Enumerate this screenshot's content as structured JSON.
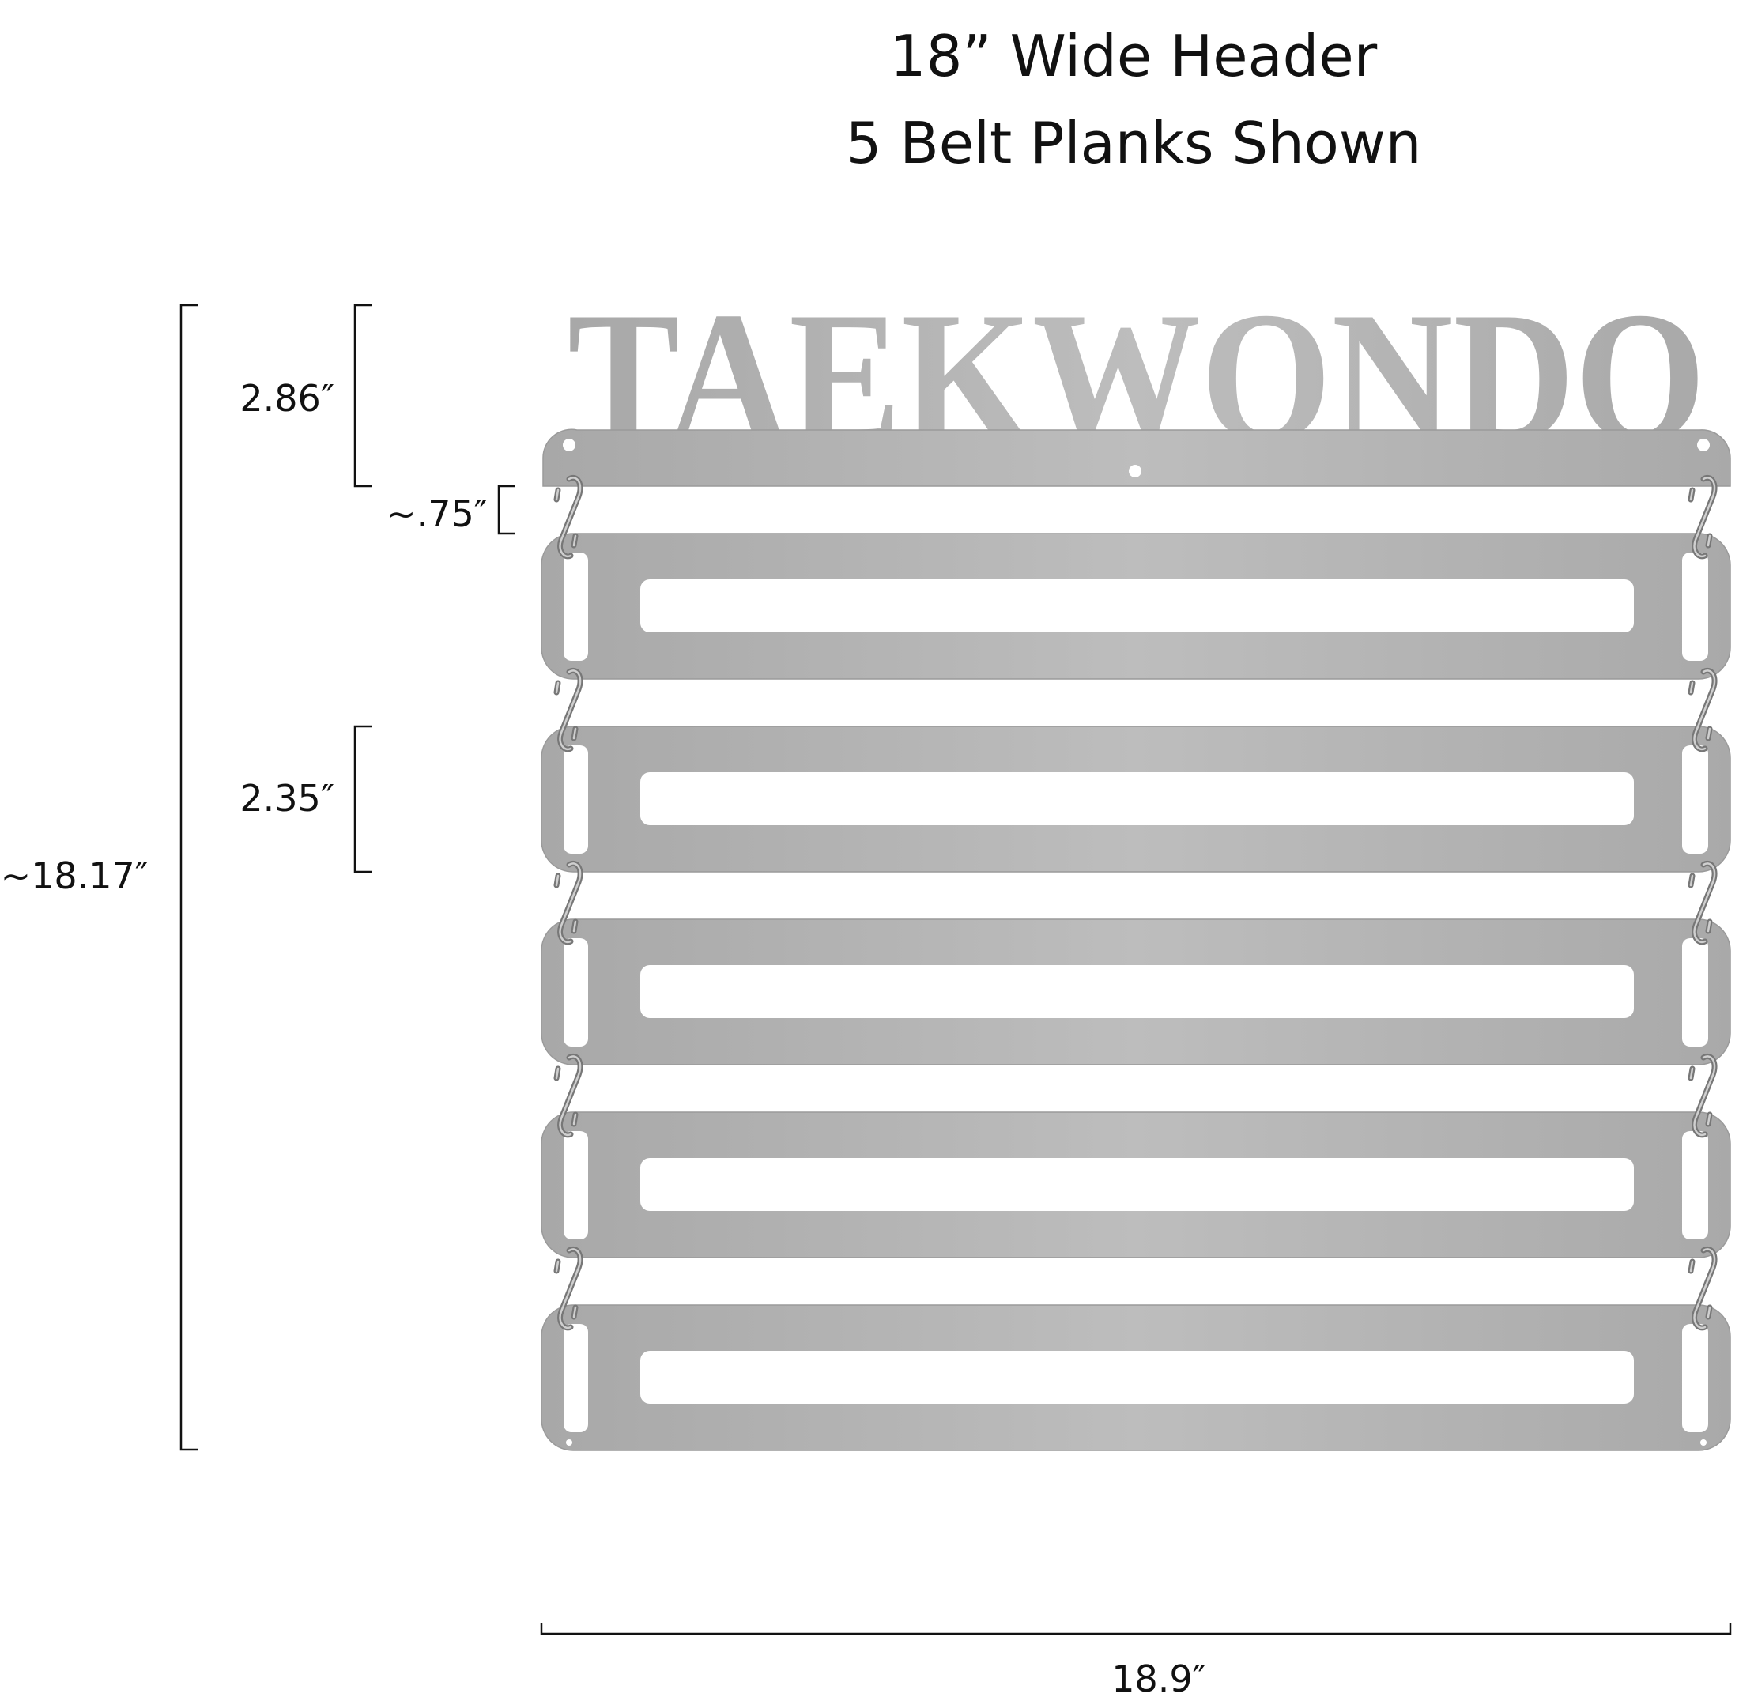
{
  "title": {
    "line1": "18”  Wide Header",
    "line2": "5 Belt Planks Shown"
  },
  "product": {
    "header_text": "TAEKWONDO",
    "plank_count": 5,
    "metal_color": "#b3b3b3",
    "metal_edge_color": "#9a9a9a"
  },
  "dimensions": {
    "total_height": "~18.17″",
    "header_height": "2.86″",
    "gap": "~.75″",
    "plank_height": "2.35″",
    "total_width": "18.9″"
  }
}
